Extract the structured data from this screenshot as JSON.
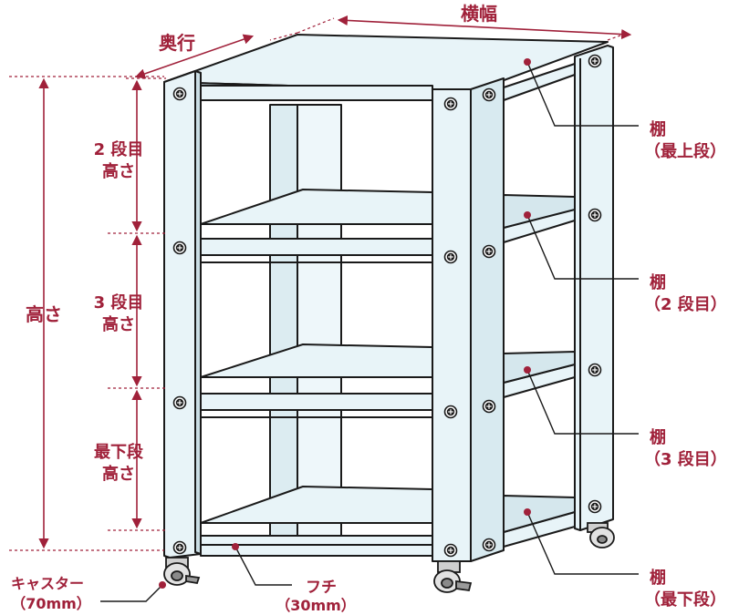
{
  "colors": {
    "accent": "#a0213a",
    "panel": "#e8f4f8",
    "panel_dark": "#c9dde4",
    "outline": "#1a1a1a"
  },
  "dimensions": {
    "width": "横幅",
    "depth": "奥行",
    "height": "高さ",
    "tier2_height": [
      "2 段目",
      "高さ"
    ],
    "tier3_height": [
      "3 段目",
      "高さ"
    ],
    "bottom_height": [
      "最下段",
      "高さ"
    ]
  },
  "callouts": {
    "shelf_top": [
      "棚",
      "（最上段）"
    ],
    "shelf_2": [
      "棚",
      "（2 段目）"
    ],
    "shelf_3": [
      "棚",
      "（3 段目）"
    ],
    "shelf_bottom": [
      "棚",
      "（最下段）"
    ],
    "caster": [
      "キャスター",
      "（70mm）"
    ],
    "rim": [
      "フチ",
      "（30mm）"
    ]
  }
}
